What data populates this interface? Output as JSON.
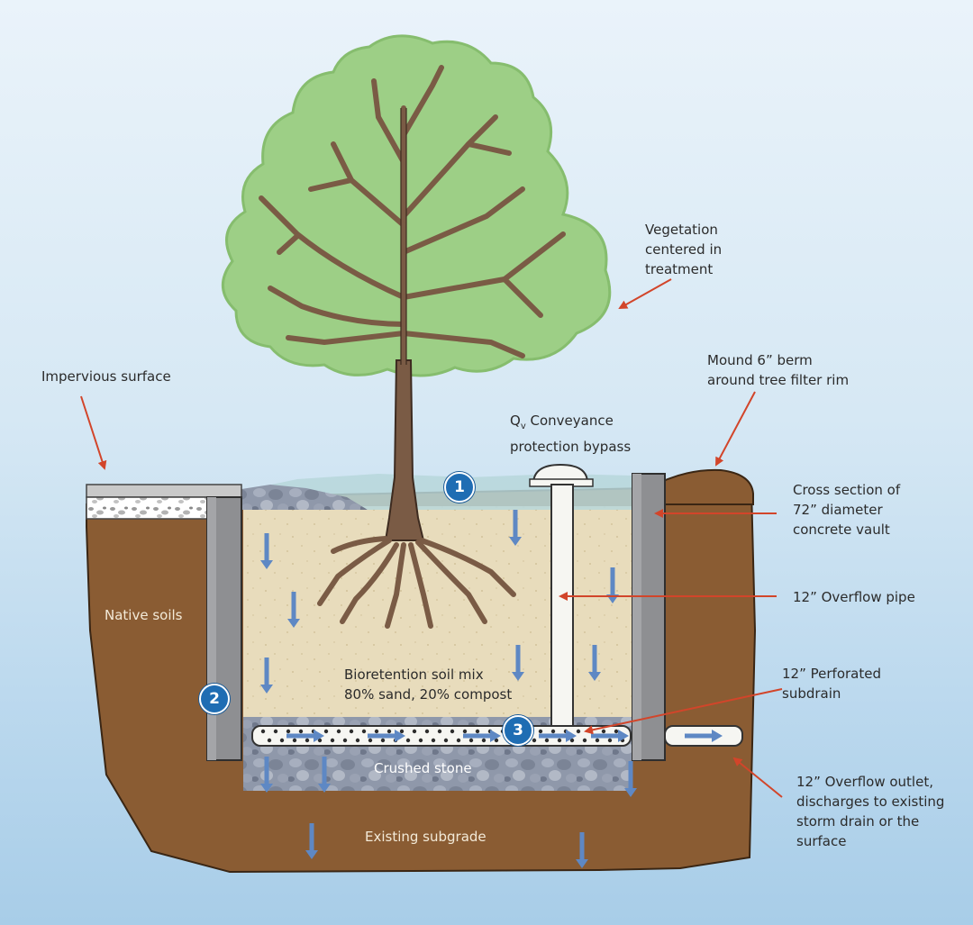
{
  "labels": {
    "vegetation": [
      "Vegetation",
      "centered in",
      "treatment"
    ],
    "impervious": "Impervious surface",
    "mound": [
      "Mound 6” berm",
      "around tree filter rim"
    ],
    "bypass_q": "Q",
    "bypass_sub": "v",
    "bypass_rest": " Conveyance",
    "bypass_line2": "protection bypass",
    "cross_section": [
      "Cross section of",
      "72” diameter",
      "concrete vault"
    ],
    "overflow_pipe": "12” Overflow pipe",
    "native_soils": "Native soils",
    "bioretention": [
      "Bioretention soil mix",
      "80% sand, 20% compost"
    ],
    "perforated": [
      "12” Perforated",
      "subdrain"
    ],
    "crushed_stone": "Crushed stone",
    "existing_subgrade": "Existing subgrade",
    "outlet": [
      "12” Overflow outlet,",
      "discharges to existing",
      "storm drain or the",
      "surface"
    ]
  },
  "badges": {
    "b1": "1",
    "b2": "2",
    "b3": "3"
  },
  "colors": {
    "foliage": "#9dcf86",
    "foliage_edge": "#86bd6e",
    "trunk": "#7a5b45",
    "trunk_edge": "#3d2b20",
    "soil": "#8a5c33",
    "soil_edge": "#3a2614",
    "media": "#e6d9b8",
    "stone": "#8c96a8",
    "vault": "#8e8f92",
    "pipe": "#f6f6f2",
    "flow_arrow": "#5e88c4",
    "callout_arrow": "#d2452a",
    "badge": "#1f6db3",
    "water": "#b7d7db"
  }
}
